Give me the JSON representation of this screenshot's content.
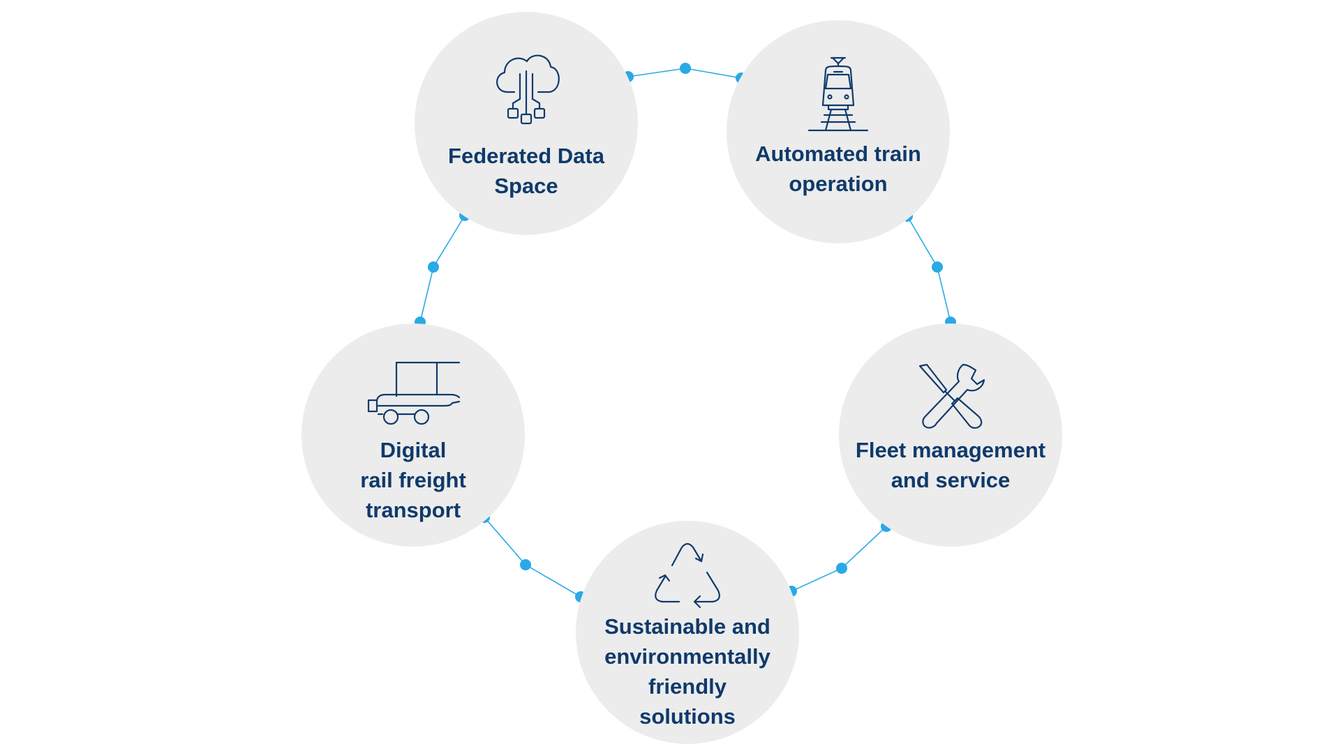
{
  "diagram": {
    "nodes": [
      {
        "id": "fds",
        "label": "Federated Data\nSpace",
        "icon": "cloud-data-icon"
      },
      {
        "id": "ato",
        "label": "Automated train\noperation",
        "icon": "train-icon"
      },
      {
        "id": "fleet",
        "label": "Fleet management\nand service",
        "icon": "wrench-screwdriver-icon"
      },
      {
        "id": "sust",
        "label": "Sustainable and\nenvironmentally\nfriendly\nsolutions",
        "icon": "recycle-icon"
      },
      {
        "id": "rail",
        "label": "Digital\nrail freight\ntransport",
        "icon": "freight-wagon-icon"
      }
    ],
    "cycle": [
      "fds",
      "ato",
      "fleet",
      "sust",
      "rail"
    ],
    "colors": {
      "node_fill": "#ececec",
      "text": "#0f3a6b",
      "icon_stroke": "#0f3a6b",
      "connector": "#29a9e6"
    }
  }
}
